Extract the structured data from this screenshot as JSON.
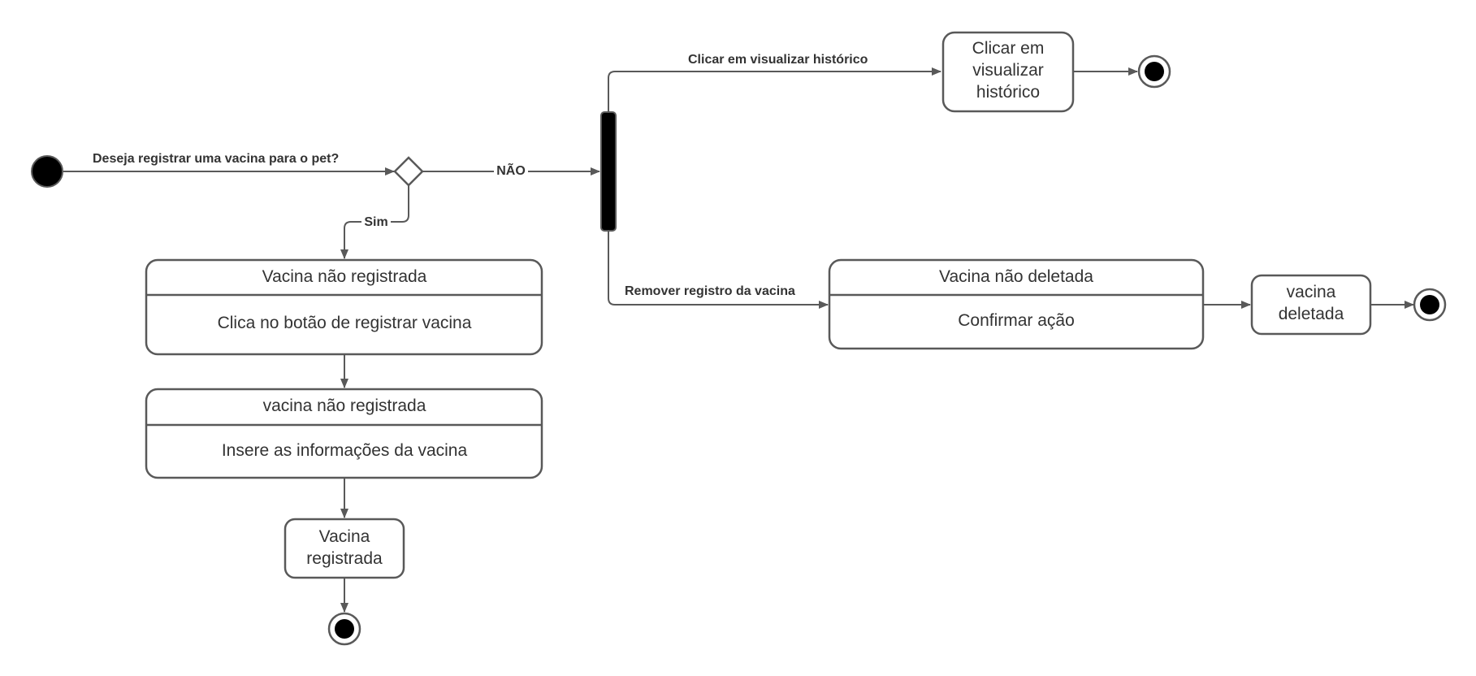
{
  "nodes": {
    "state_registrar_header": "Vacina não registrada",
    "state_registrar_action": "Clica no botão de registrar vacina",
    "state_inserir_header": "vacina não registrada",
    "state_inserir_action": "Insere as informações da vacina",
    "state_registrada_line1": "Vacina",
    "state_registrada_line2": "registrada",
    "state_historico_line1": "Clicar em",
    "state_historico_line2": "visualizar",
    "state_historico_line3": "histórico",
    "state_deletar_header": "Vacina não deletada",
    "state_deletar_action": "Confirmar ação",
    "state_deletada_line1": "vacina",
    "state_deletada_line2": "deletada"
  },
  "edges": {
    "question": "Deseja registrar uma vacina para o pet?",
    "sim": "Sim",
    "nao": "NÃO",
    "historico": "Clicar em visualizar histórico",
    "remover": "Remover registro da vacina"
  }
}
